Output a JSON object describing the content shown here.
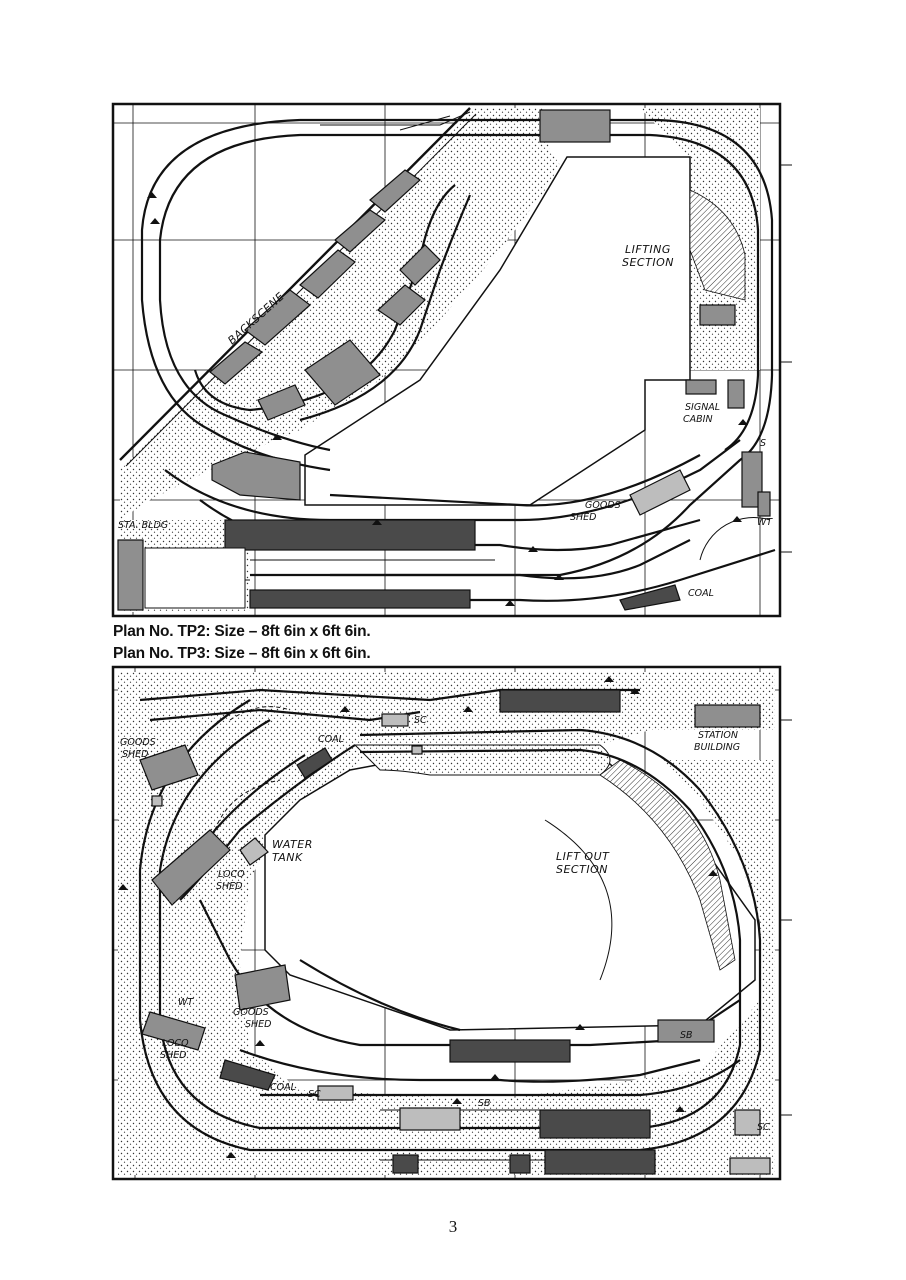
{
  "plan_tp2": {
    "labels": {
      "backscene": "BACKSCENE",
      "lifting_section_1": "LIFTING",
      "lifting_section_2": "SECTION",
      "signal_cabin_1": "SIGNAL",
      "signal_cabin_2": "CABIN",
      "goods_shed_1": "GOODS",
      "goods_shed_2": "SHED",
      "station_building": "STA. BLDG",
      "water_tower": "WT",
      "coal": "COAL",
      "s": "S"
    }
  },
  "captions": {
    "tp2": "Plan No. TP2: Size – 8ft 6in x 6ft 6in.",
    "tp3": "Plan No. TP3: Size – 8ft 6in x 6ft 6in."
  },
  "plan_tp3": {
    "labels": {
      "goods_shed_1": "GOODS",
      "goods_shed_2": "SHED",
      "coal": "COAL",
      "sc": "SC",
      "station_building_1": "STATION",
      "station_building_2": "BUILDING",
      "water_tank_1": "WATER",
      "water_tank_2": "TANK",
      "loco_shed_1": "LOCO",
      "loco_shed_2": "SHED",
      "lift_out_1": "LIFT OUT",
      "lift_out_2": "SECTION",
      "wt": "WT",
      "goods_shed_b1": "GOODS",
      "goods_shed_b2": "SHED",
      "loco_shed_b1": "LOCO",
      "loco_shed_b2": "SHED",
      "coal_b": "COAL",
      "sc_b": "SC",
      "sb": "SB",
      "sb_right": "SB",
      "sc_right": "SC"
    }
  },
  "page_number": "3"
}
